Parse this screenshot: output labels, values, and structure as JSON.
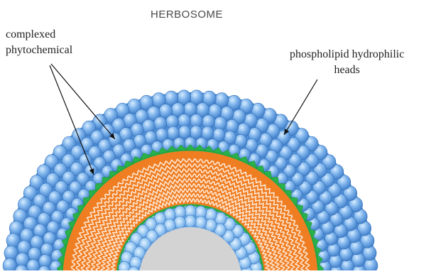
{
  "title": "HERBOSOME",
  "labels": {
    "left": [
      "complexed",
      "phytochemical"
    ],
    "right": [
      "phospholipid hydrophilic",
      "heads"
    ]
  },
  "colors": {
    "heads": "#5b97d9",
    "heads_light": "#bfe0fb",
    "tails": "#ef7d22",
    "phytochemical": "#29b14b",
    "core": "#d3d3d3",
    "background": "#ffffff"
  }
}
